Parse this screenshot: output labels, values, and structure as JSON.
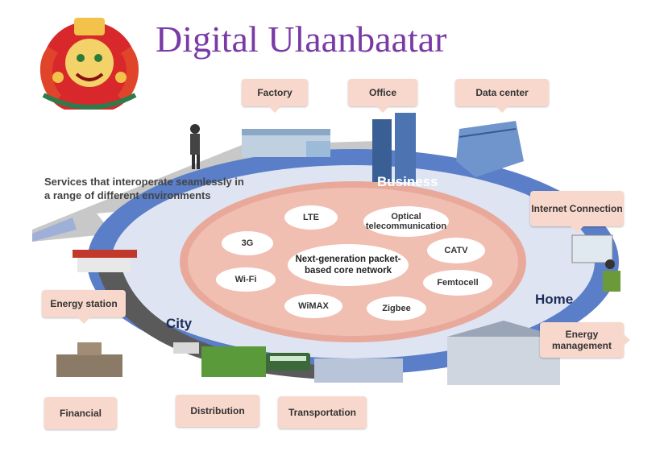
{
  "title": "Digital Ulaanbaatar",
  "services_text": "Services that interoperate seamlessly in a range of different environments",
  "core": "Next-generation packet-based core network",
  "zones": {
    "business": "Business",
    "home": "Home",
    "city": "City"
  },
  "technologies": [
    "LTE",
    "Optical telecommunication",
    "3G",
    "CATV",
    "Wi-Fi",
    "Femtocell",
    "WiMAX",
    "Zigbee"
  ],
  "callouts": {
    "factory": "Factory",
    "office": "Office",
    "data_center": "Data center",
    "internet_connection": "Internet Connection",
    "energy_station": "Energy station",
    "energy_management": "Energy management",
    "financial": "Financial",
    "distribution": "Distribution",
    "transportation": "Transportation"
  },
  "colors": {
    "title": "#7a3aa6",
    "ring_blue": "#5a7ec8",
    "ring_light": "#dfe4f2",
    "inner": "#eeb8aa",
    "callout": "#f8d8cc"
  }
}
